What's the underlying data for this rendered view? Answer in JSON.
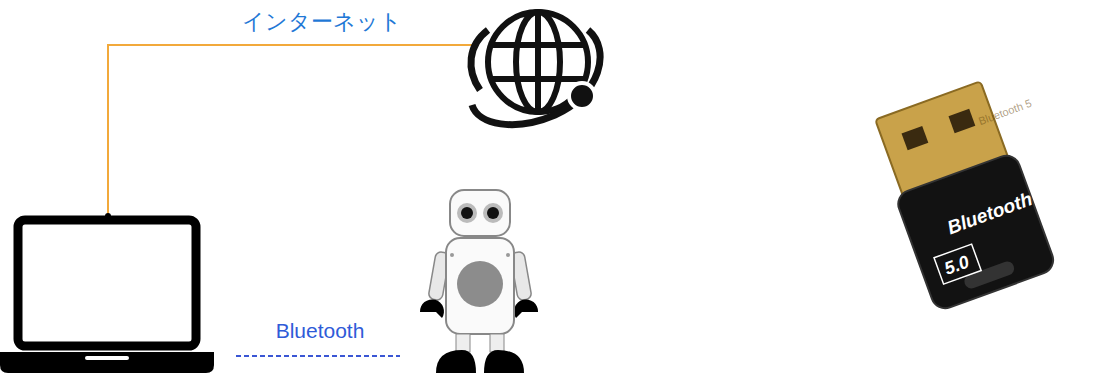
{
  "diagram": {
    "labels": [
      "インターネット",
      "Bluetooth",
      "Bluetooth",
      "5.0",
      "Bluetooth 5"
    ]
  }
}
